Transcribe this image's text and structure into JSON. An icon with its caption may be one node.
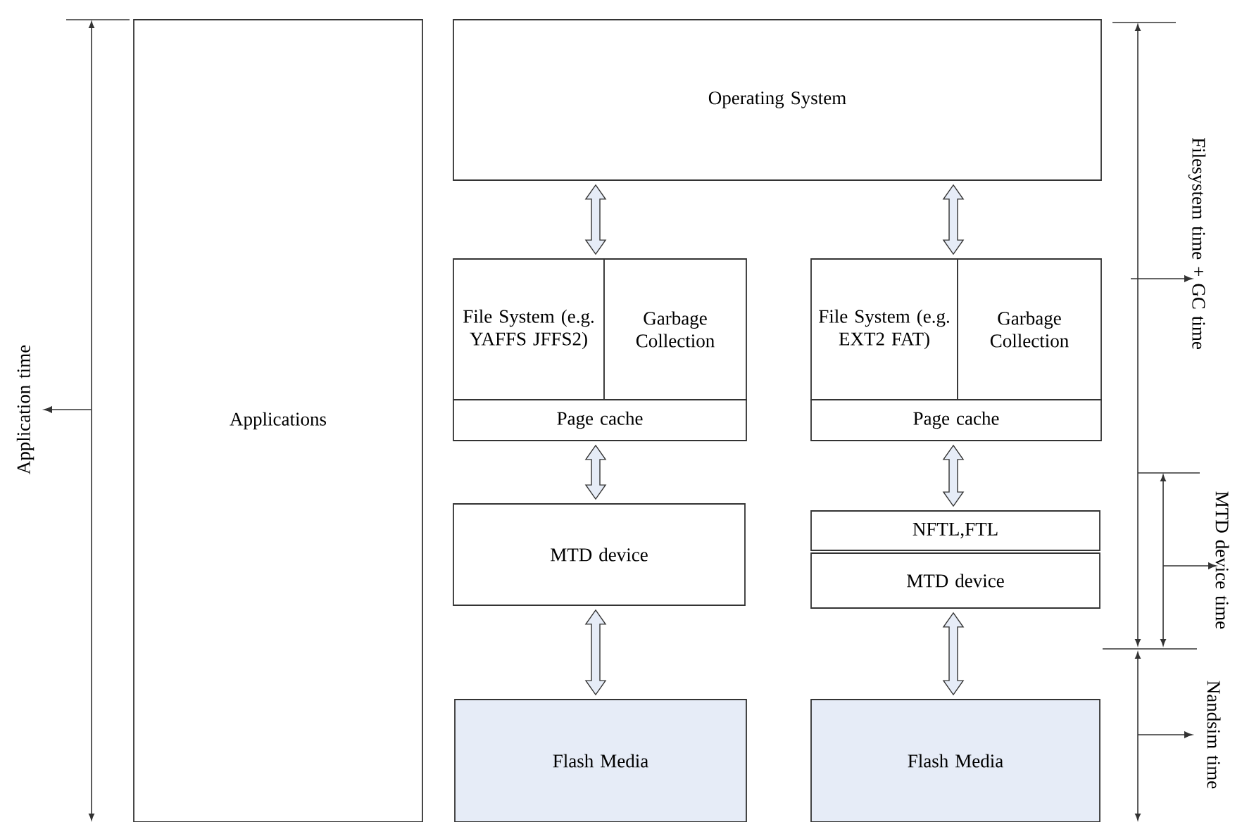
{
  "diagram": {
    "nodes": [
      {
        "text": [
          "Applications"
        ]
      },
      {
        "text": [
          "Operating System"
        ]
      },
      {
        "text": [
          "File System (e.g. YAFFS JFFS2)"
        ]
      },
      {
        "text": [
          "Garbage Collection"
        ]
      },
      {
        "text": [
          "Page cache"
        ]
      },
      {
        "text": [
          "File System (e.g. EXT2 FAT)"
        ]
      },
      {
        "text": [
          "Garbage Collection"
        ]
      },
      {
        "text": [
          "Page cache"
        ]
      },
      {
        "text": [
          "MTD device"
        ]
      },
      {
        "text": [
          "NFTL,FTL"
        ]
      },
      {
        "text": [
          "MTD device"
        ]
      },
      {
        "text": [
          "Flash Media"
        ]
      },
      {
        "text": [
          "Flash Media"
        ]
      }
    ],
    "edges": [
      {
        "from": 1,
        "to": 2,
        "arrow": "both"
      },
      {
        "from": 1,
        "to": 5,
        "arrow": "both"
      },
      {
        "from": 4,
        "to": 8,
        "arrow": "both"
      },
      {
        "from": 7,
        "to": 9,
        "arrow": "both"
      },
      {
        "from": 8,
        "to": 11,
        "arrow": "both"
      },
      {
        "from": 10,
        "to": 12,
        "arrow": "both"
      }
    ],
    "labels": [
      "Application time",
      "Filesystem time + GC time",
      "MTD device time",
      "Nandsim time"
    ]
  }
}
